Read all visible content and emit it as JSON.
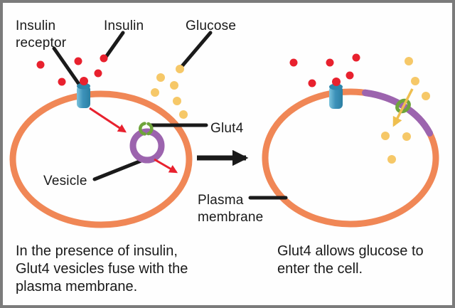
{
  "figure": {
    "title": "Insulin and Glut4 glucose uptake diagram",
    "labels": {
      "insulin_receptor": "Insulin\nreceptor",
      "insulin": "Insulin",
      "glucose": "Glucose",
      "glut4": "Glut4",
      "vesicle": "Vesicle",
      "plasma_membrane": "Plasma\nmembrane"
    },
    "captions": {
      "left": "In the presence of insulin,\nGlut4 vesicles fuse with the\nplasma membrane.",
      "right": "Glut4 allows glucose to\nenter the cell."
    },
    "colors": {
      "membrane_orange": "#F08756",
      "vesicle_purple": "#9C64AE",
      "glut4_green": "#6FA43C",
      "insulin_red": "#E8212E",
      "glucose_yellow": "#F6C868",
      "receptor_blue": "#3D92BA",
      "arrow_red": "#E8212E",
      "arrow_yellow": "#EFBF4F",
      "leader_line_black": "#1a1a1a",
      "text": "#1A1A1A",
      "frame_gray": "#7B7B7B"
    }
  }
}
